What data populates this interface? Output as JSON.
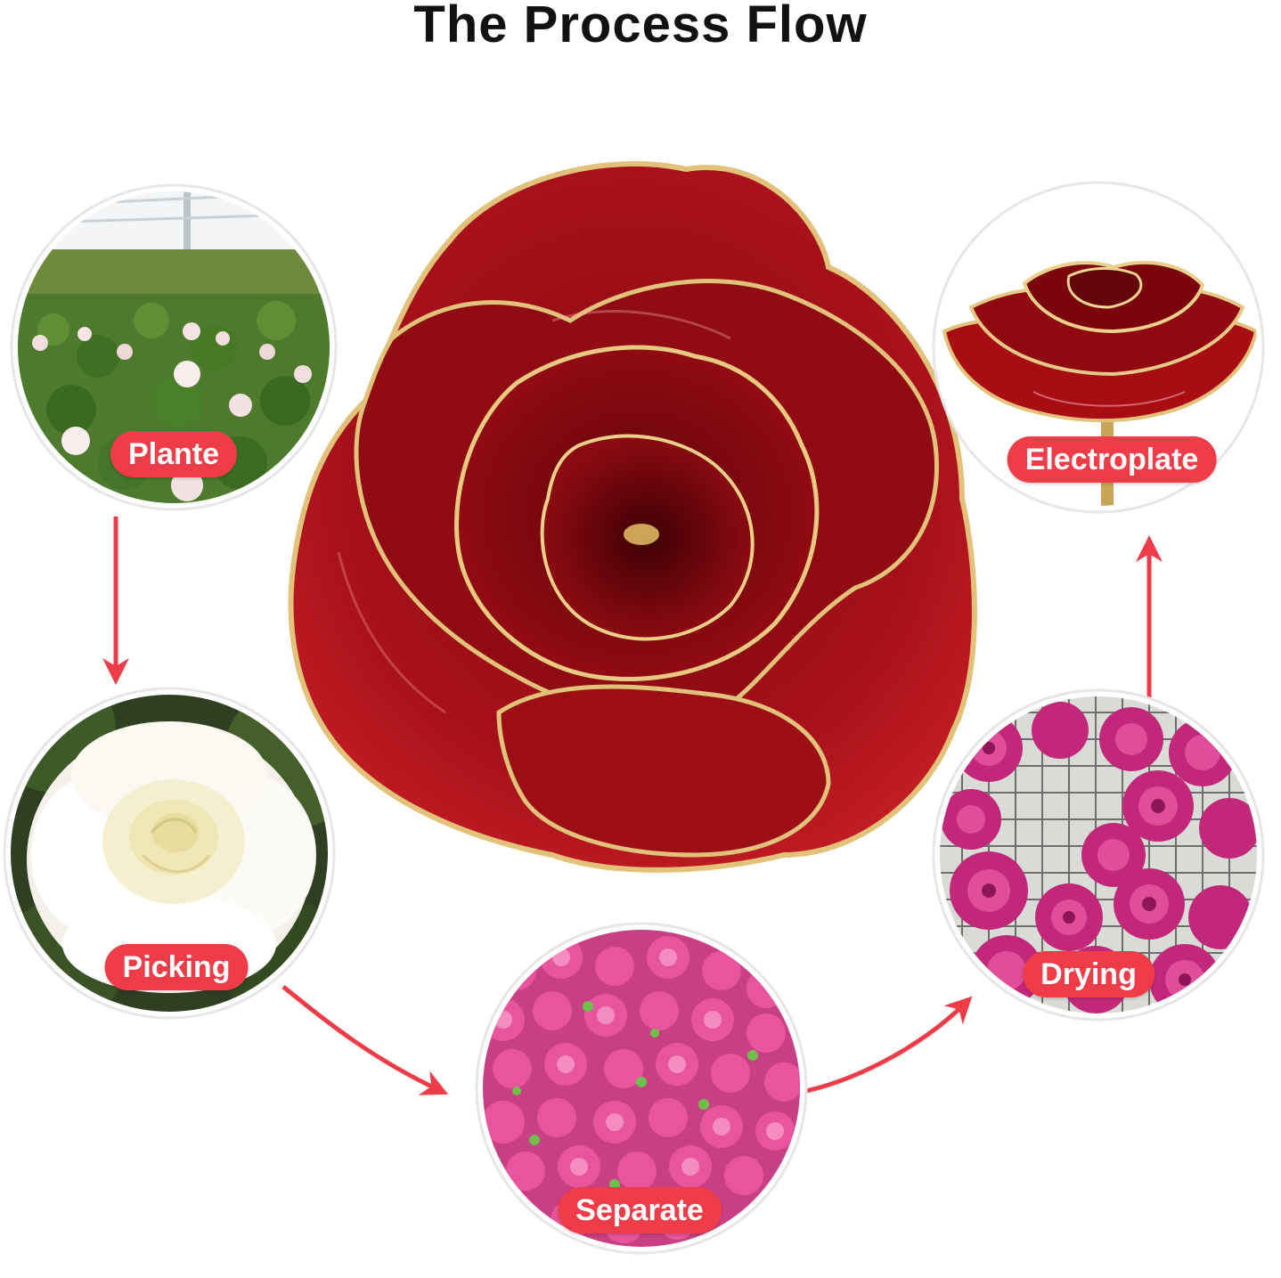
{
  "title": "The Process Flow",
  "colors": {
    "accent": "#ee3c48",
    "arrow": "#ee3c48",
    "background": "#ffffff"
  },
  "steps": [
    {
      "label": "Plante",
      "image": "greenhouse-roses-photo"
    },
    {
      "label": "Picking",
      "image": "white-rose-photo"
    },
    {
      "label": "Separate",
      "image": "pink-rosebuds-photo"
    },
    {
      "label": "Drying",
      "image": "drying-roses-on-mesh-photo"
    },
    {
      "label": "Electroplate",
      "image": "gold-edged-red-rose-photo"
    }
  ],
  "center_image": "gold-trimmed-red-rose"
}
